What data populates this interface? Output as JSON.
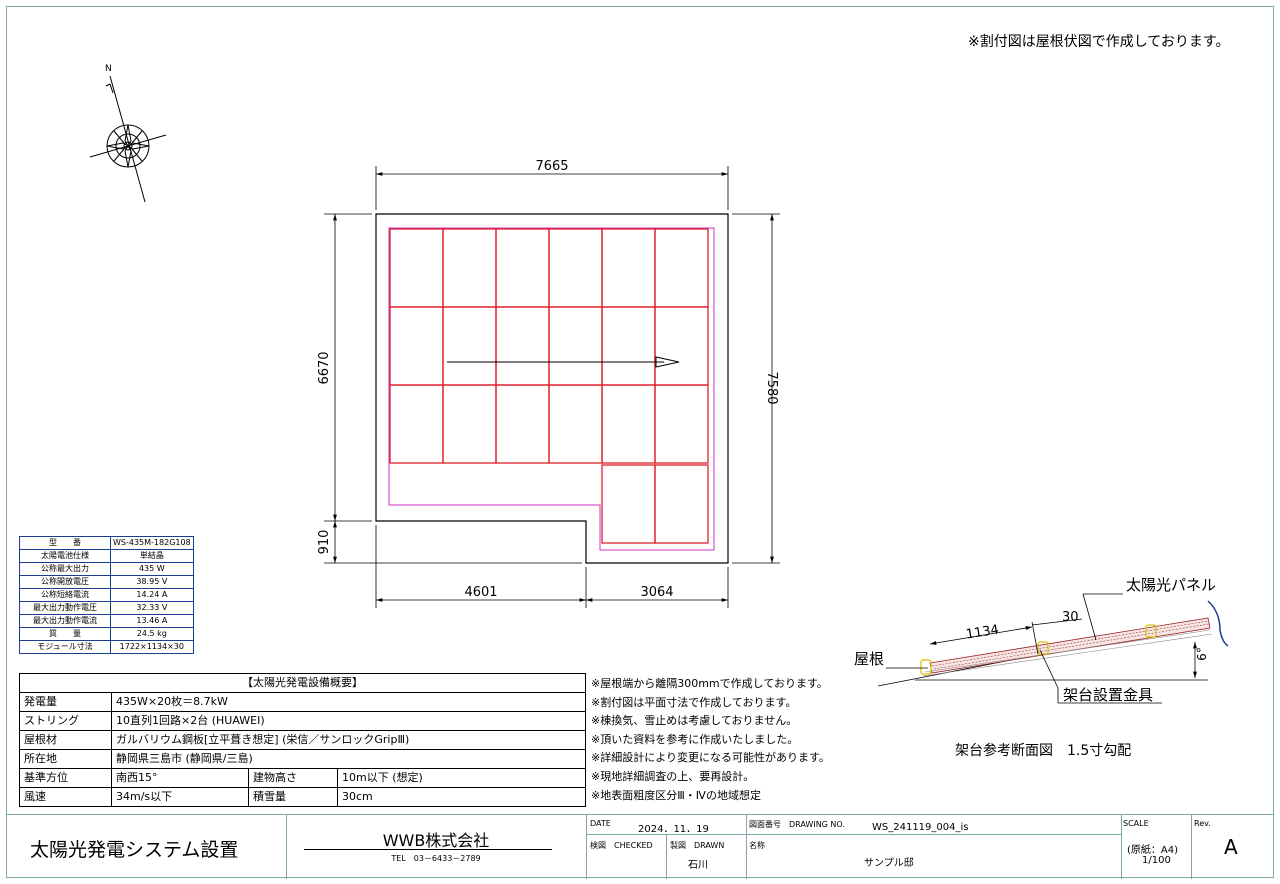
{
  "header_note": "※割付図は屋根伏図で作成しております。",
  "compass": {
    "north_label": "N"
  },
  "dimensions": {
    "top_width": "7665",
    "left_height": "6670",
    "left_notch": "910",
    "right_height": "7580",
    "bottom_left": "4601",
    "bottom_right": "3064"
  },
  "module_spec": [
    {
      "label": "型　　番",
      "value": "WS-435M-182G108"
    },
    {
      "label": "太陽電池仕様",
      "value": "単結晶"
    },
    {
      "label": "公称最大出力",
      "value": "435 W"
    },
    {
      "label": "公称開放電圧",
      "value": "38.95 V"
    },
    {
      "label": "公称短絡電流",
      "value": "14.24 A"
    },
    {
      "label": "最大出力動作電圧",
      "value": "32.33 V"
    },
    {
      "label": "最大出力動作電流",
      "value": "13.46 A"
    },
    {
      "label": "質　　量",
      "value": "24.5 kg"
    },
    {
      "label": "モジュール寸法",
      "value": "1722×1134×30"
    }
  ],
  "system_overview": {
    "title": "【太陽光発電設備概要】",
    "generation_label": "発電量",
    "generation": "435W×20枚＝8.7kW",
    "string_label": "ストリング",
    "string": "10直列1回路×2台 (HUAWEI)",
    "roof_label": "屋根材",
    "roof": "ガルバリウム鋼板[立平葺き想定] (栄信／サンロックGripⅢ)",
    "location_label": "所在地",
    "location": "静岡県三島市 (静岡県/三島)",
    "orientation_label": "基準方位",
    "orientation": "南西15°",
    "height_label": "建物高さ",
    "height": "10m以下 (想定)",
    "wind_label": "風速",
    "wind": "34m/s以下",
    "snow_label": "積雪量",
    "snow": "30cm"
  },
  "notes": [
    "※屋根端から離隔300mmで作成しております。",
    "※割付図は平面寸法で作成しております。",
    "※棟換気、雪止めは考慮しておりません。",
    "※頂いた資料を参考に作成いたしました。",
    "※詳細設計により変更になる可能性があります。",
    "※現地詳細調査の上、要再設計。",
    "※地表面粗度区分Ⅲ・Ⅳの地域想定"
  ],
  "section": {
    "panel_label": "太陽光パネル",
    "roof_label": "屋根",
    "bracket_label": "架台設置金具",
    "dim_1134": "1134",
    "dim_30": "30",
    "angle": "6°",
    "title": "架台参考断面図　1.5寸勾配"
  },
  "title_block": {
    "project_title": "太陽光発電システム設置",
    "company": "WWB株式会社",
    "tel": "TEL　03－6433－2789",
    "date_label": "DATE",
    "date": "2024．11．19",
    "drawing_no_label": "図面番号　DRAWING NO.",
    "drawing_no": "WS_241119_004_is",
    "checked_label": "検図　CHECKED",
    "drawn_label": "製図　DRAWN",
    "drawn_by": "石川",
    "name_label": "名称",
    "name": "サンプル邸",
    "scale_label": "SCALE",
    "paper": "(原紙：A4)",
    "scale": "1/100",
    "rev_label": "Rev.",
    "rev": "A"
  },
  "colors": {
    "panel": "#e0202a",
    "offset_line": "#cc33cc",
    "frame": "#7fa9a9",
    "table_border": "#1a3d8f",
    "section_blue": "#1a3d8f"
  }
}
